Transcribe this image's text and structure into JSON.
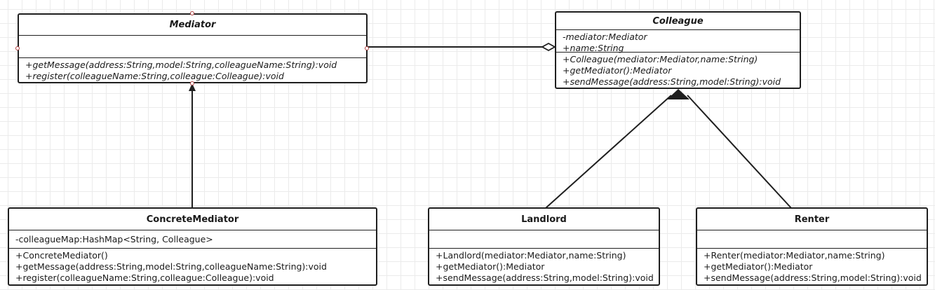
{
  "classes": {
    "mediator": {
      "name": "Mediator",
      "attributes": [],
      "operations": [
        "+getMessage(address:String,model:String,colleagueName:String):void",
        "+register(colleagueName:String,colleague:Colleague):void"
      ]
    },
    "colleague": {
      "name": "Colleague",
      "attributes": [
        "-mediator:Mediator",
        "+name:String"
      ],
      "operations": [
        "+Colleague(mediator:Mediator,name:String)",
        "+getMediator():Mediator",
        "+sendMessage(address:String,model:String):void"
      ]
    },
    "concrete_mediator": {
      "name": "ConcreteMediator",
      "attributes": [
        "-colleagueMap:HashMap<String, Colleague>"
      ],
      "operations": [
        "+ConcreteMediator()",
        "+getMessage(address:String,model:String,colleagueName:String):void",
        "+register(colleagueName:String,colleague:Colleague):void"
      ]
    },
    "landlord": {
      "name": "Landlord",
      "attributes": [],
      "operations": [
        "+Landlord(mediator:Mediator,name:String)",
        "+getMediator():Mediator",
        "+sendMessage(address:String,model:String):void"
      ]
    },
    "renter": {
      "name": "Renter",
      "attributes": [],
      "operations": [
        "+Renter(mediator:Mediator,name:String)",
        "+getMediator():Mediator",
        "+sendMessage(address:String,model:String):void"
      ]
    }
  },
  "relations": [
    {
      "from": "Colleague",
      "to": "Mediator",
      "kind": "aggregation"
    },
    {
      "from": "ConcreteMediator",
      "to": "Mediator",
      "kind": "generalization"
    },
    {
      "from": "Landlord",
      "to": "Colleague",
      "kind": "generalization"
    },
    {
      "from": "Renter",
      "to": "Colleague",
      "kind": "generalization"
    }
  ],
  "colors": {
    "line": "#1f1f1f",
    "grid": "#ebebeb",
    "handle": "#b04040"
  }
}
